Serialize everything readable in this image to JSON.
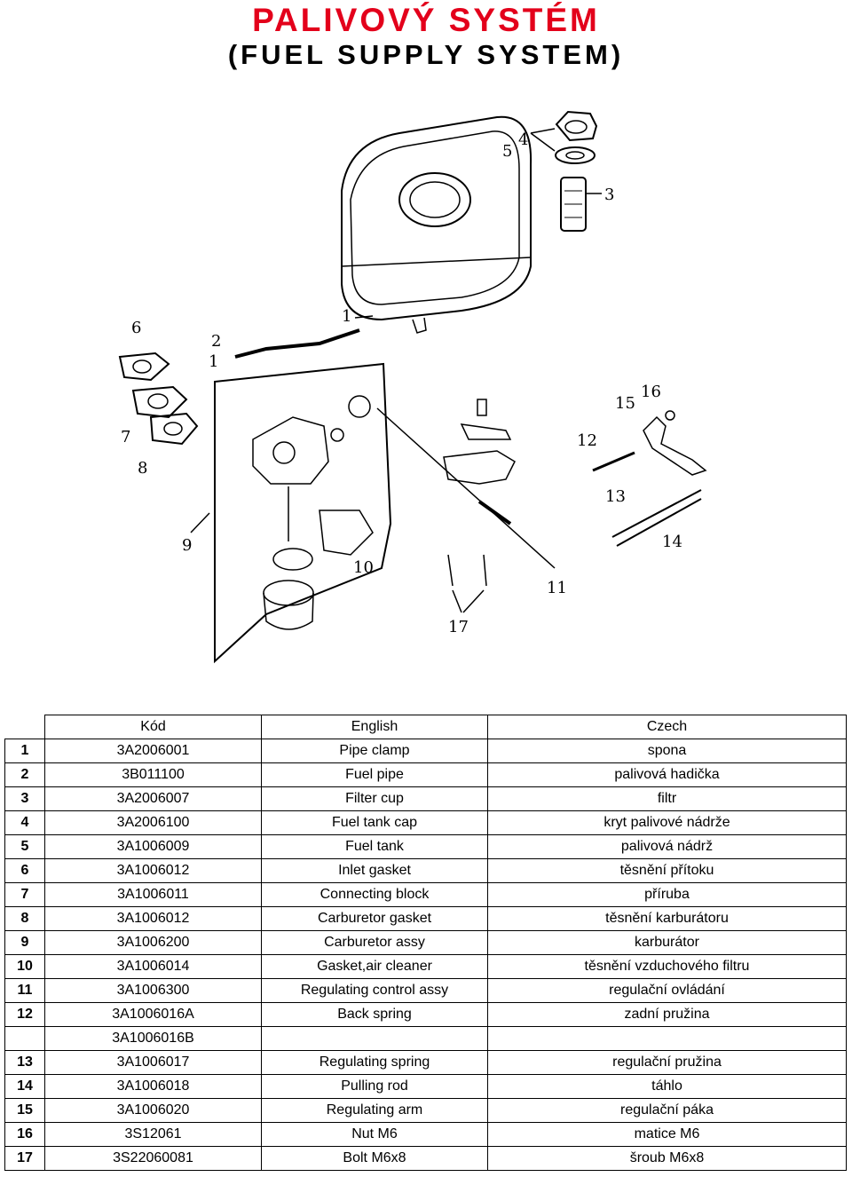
{
  "title": "PALIVOVÝ SYSTÉM",
  "subtitle": "(FUEL SUPPLY SYSTEM)",
  "colors": {
    "title": "#e3001b"
  },
  "diagram": {
    "callouts": [
      "1",
      "1",
      "2",
      "3",
      "4",
      "5",
      "6",
      "7",
      "8",
      "9",
      "10",
      "11",
      "12",
      "13",
      "14",
      "15",
      "16",
      "17"
    ]
  },
  "table": {
    "headers": [
      "",
      "Kód",
      "English",
      "Czech"
    ],
    "rows": [
      {
        "no": "1",
        "code": "3A2006001",
        "en": "Pipe clamp",
        "cz": "spona"
      },
      {
        "no": "2",
        "code": "3B011100",
        "en": "Fuel pipe",
        "cz": "palivová hadička"
      },
      {
        "no": "3",
        "code": "3A2006007",
        "en": "Filter cup",
        "cz": "filtr"
      },
      {
        "no": "4",
        "code": "3A2006100",
        "en": "Fuel tank cap",
        "cz": "kryt palivové nádrže"
      },
      {
        "no": "5",
        "code": "3A1006009",
        "en": "Fuel tank",
        "cz": "palivová nádrž"
      },
      {
        "no": "6",
        "code": "3A1006012",
        "en": "Inlet gasket",
        "cz": "těsnění přítoku"
      },
      {
        "no": "7",
        "code": "3A1006011",
        "en": "Connecting block",
        "cz": "příruba"
      },
      {
        "no": "8",
        "code": "3A1006012",
        "en": "Carburetor gasket",
        "cz": "těsnění karburátoru"
      },
      {
        "no": "9",
        "code": "3A1006200",
        "en": "Carburetor assy",
        "cz": "karburátor"
      },
      {
        "no": "10",
        "code": "3A1006014",
        "en": "Gasket,air cleaner",
        "cz": "těsnění vzduchového filtru"
      },
      {
        "no": "11",
        "code": "3A1006300",
        "en": "Regulating control assy",
        "cz": "regulační ovládání"
      },
      {
        "no": "12",
        "code": "3A1006016A",
        "en": "Back spring",
        "cz": "zadní pružina"
      },
      {
        "no": "",
        "code": "3A1006016B",
        "en": "",
        "cz": ""
      },
      {
        "no": "13",
        "code": "3A1006017",
        "en": "Regulating spring",
        "cz": "regulační pružina"
      },
      {
        "no": "14",
        "code": "3A1006018",
        "en": "Pulling rod",
        "cz": "táhlo"
      },
      {
        "no": "15",
        "code": "3A1006020",
        "en": "Regulating arm",
        "cz": "regulační páka"
      },
      {
        "no": "16",
        "code": "3S12061",
        "en": "Nut M6",
        "cz": "matice M6"
      },
      {
        "no": "17",
        "code": "3S22060081",
        "en": "Bolt M6x8",
        "cz": "šroub M6x8"
      }
    ]
  }
}
